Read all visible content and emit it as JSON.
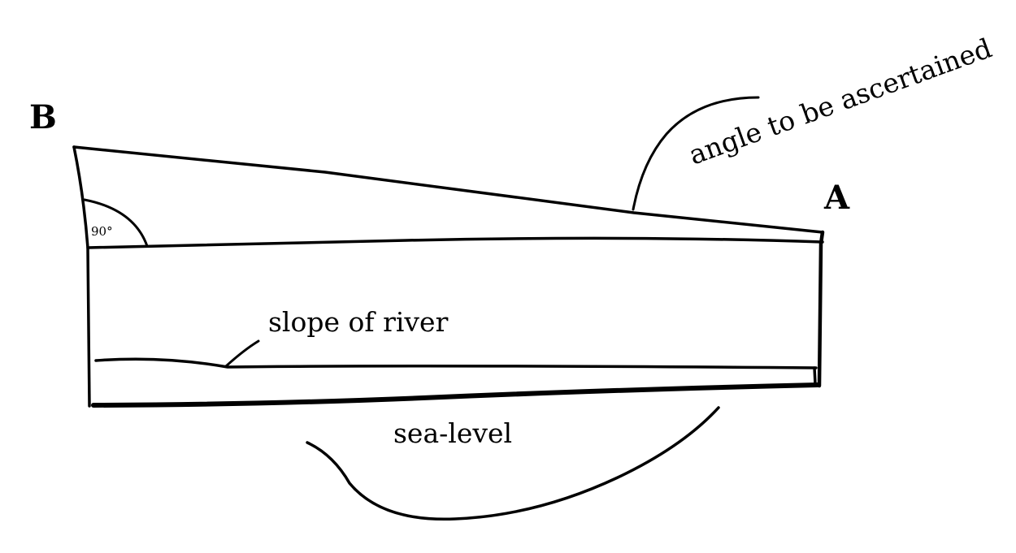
{
  "points": {
    "a": "A",
    "b": "B"
  },
  "labels": {
    "angle_to_be_ascertained": "angle to be ascertained",
    "right_angle": "90°",
    "slope_of_river": "slope of river",
    "sea_level": "sea-level"
  },
  "colors": {
    "ink": "#000000",
    "background": "#ffffff"
  }
}
